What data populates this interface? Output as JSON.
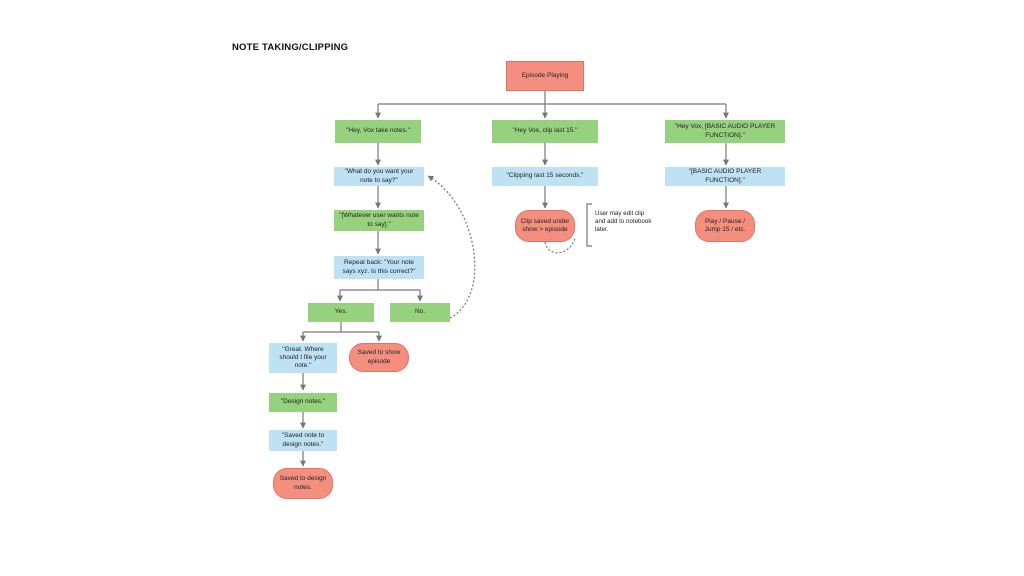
{
  "title": "NOTE TAKING/CLIPPING",
  "colors": {
    "green": "#96d27e",
    "blue": "#bee1f3",
    "red": "#f48f80",
    "connector": "#777777"
  },
  "nodes": {
    "episode_playing": "Episode Playing",
    "cmd_take_notes": "\"Hey, Vox take notes.\"",
    "cmd_clip": "\"Hey Vox, clip last 15.\"",
    "cmd_basic": "\"Hey Vox, [BASIC AUDIO PLAYER FUNCTION].\"",
    "ask_note": "\"What do you want your note to say?\"",
    "clipping": "\"Clipping last 15 seconds.\"",
    "basic_echo": "\"[BASIC AUDIO PLAYER FUNCTION].\"",
    "user_says": "\"[Whatever user wants note to say].\"",
    "clip_saved": "Clip saved under show > episode",
    "clip_note": "User may edit clip and add to notebook later.",
    "play_pause": "Play / Pause / Jump 15 / etc.",
    "repeat_back": "Repeat back: \"Your note says xyz. Is this correct?\"",
    "yes": "Yes.",
    "no": "No.",
    "where_file": "\"Great. Where should I file your note.\"",
    "saved_show": "Saved to show episode",
    "design_notes": "\"Design notes.\"",
    "saved_note_design": "\"Saved note to design notes.\"",
    "saved_design": "Saved to design notes."
  }
}
